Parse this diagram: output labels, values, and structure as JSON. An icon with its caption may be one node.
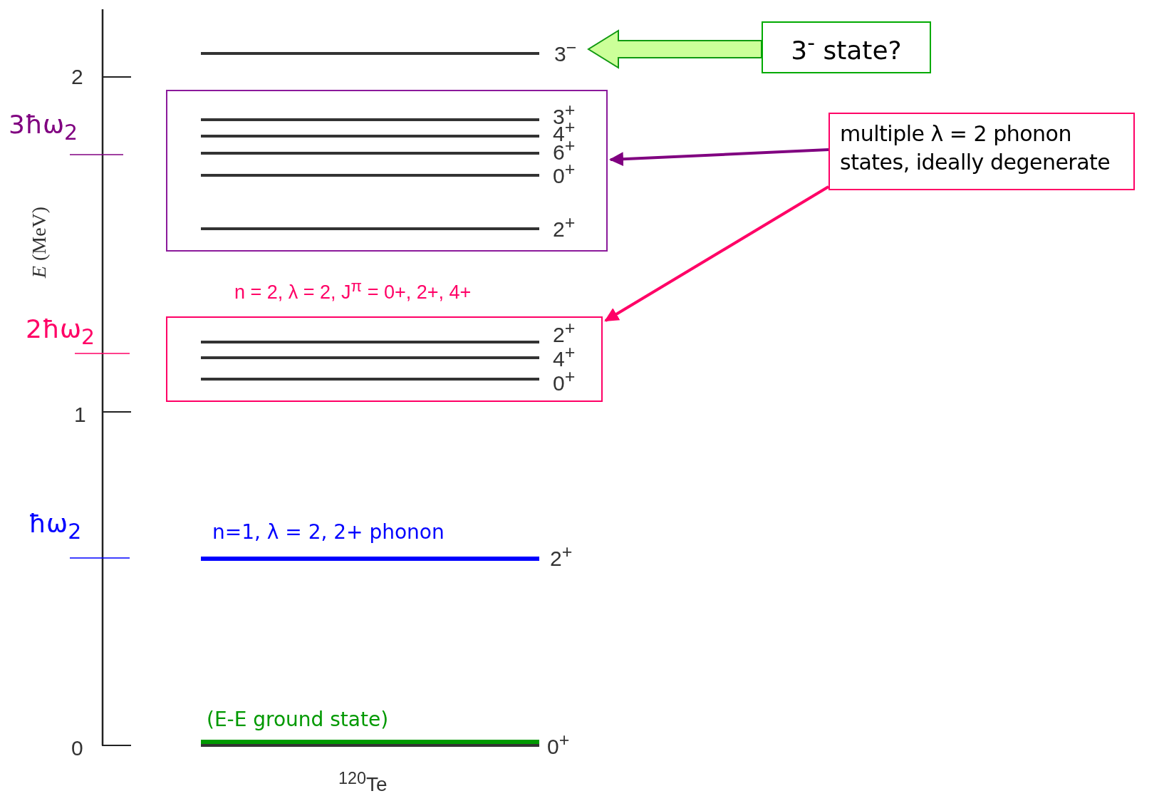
{
  "diagram": {
    "nodes": [
      {
        "text": [],
        "shape": "box"
      },
      {
        "text": [
          "n = 2, λ = 2, J$^{π}$ = 0+, 2+, 4+"
        ]
      },
      {
        "text": [
          "3$^{-}$ state?"
        ]
      },
      {
        "text": [
          "3$^{−}$"
        ]
      },
      {
        "text": [
          "multiple λ = 2 phonon states, ideally degenerate"
        ]
      }
    ],
    "edges": [
      {
        "from": 2,
        "to": 3,
        "arrow": "to",
        "style": "thick",
        "color": "#ccff99"
      },
      {
        "from": 4,
        "to": 0,
        "arrow": "to",
        "color": "#800080"
      },
      {
        "from": 4,
        "to": 1,
        "arrow": "to",
        "color": "#ff0066"
      }
    ],
    "labels": [
      "2",
      "3$^{+}$",
      "3ħω$_{2}$",
      "4$^{+}$",
      "6$^{+}$",
      "0$^{+}$",
      "*E* (MeV)",
      "2$^{+}$",
      "2$^{+}$",
      "2ħω$_{2}$",
      "4$^{+}$",
      "0$^{+}$",
      "1",
      "ħω$_{2}$",
      "n=1, λ = 2, 2+ phonon",
      "2$^{+}$",
      "(E-E ground state)",
      "0",
      "0$^{+}$",
      "$^{120}$Te"
    ]
  }
}
